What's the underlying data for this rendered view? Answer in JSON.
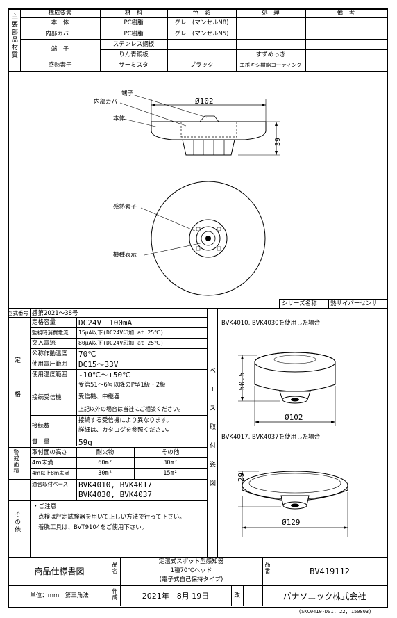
{
  "materials": {
    "side_label": "主要部品材質",
    "headers": [
      "構成要素",
      "材　料",
      "色　彩",
      "処　理",
      "備　考"
    ],
    "rows": [
      [
        "本　体",
        "PC樹脂",
        "グレー(マンセルN8)",
        "",
        ""
      ],
      [
        "内部カバー",
        "PC樹脂",
        "グレー(マンセルN5)",
        "",
        ""
      ],
      [
        "",
        "ステンレス鋼板",
        "",
        "",
        ""
      ],
      [
        "",
        "りん青銅板",
        "",
        "すずめっき",
        ""
      ],
      [
        "感熱素子",
        "サーミスタ",
        "ブラック",
        "エポキシ樹脂コーティング",
        ""
      ]
    ],
    "terminal_label": "端　子"
  },
  "drawing": {
    "terminal": "端子",
    "inner_cover": "内部カバー",
    "body": "本体",
    "diameter": "Ø102",
    "height": "39",
    "element": "感熱素子",
    "indicator": "機種表示"
  },
  "series": {
    "label": "シリーズ名称",
    "value": "熱サイバーセンサ"
  },
  "specs": {
    "approval_label": "型式番号",
    "approval_value": "感第2021～38号",
    "rating_label": "定格",
    "rows": [
      [
        "定格容量",
        "DC24V　100mA"
      ],
      [
        "監視時消費電流",
        "15μA以下(DC24V印加 at 25℃)"
      ],
      [
        "突入電流",
        "80μA以下(DC24V印加 at 25℃)"
      ],
      [
        "公称作動温度",
        "70℃"
      ],
      [
        "使用電圧範囲",
        "DC15～33V"
      ],
      [
        "使用温度範囲",
        "-10℃～+50℃"
      ]
    ],
    "receiver_label": "接続受信機",
    "receiver_lines": [
      "受第51～6号以降のP型1級・2級",
      "受信機、中継器",
      "上記以外の場合は当社にご相談ください。"
    ],
    "count_label": "接続数",
    "count_lines": [
      "接続する受信機により異なります。",
      "詳細は、カタログを参照ください。"
    ],
    "weight_label": "質　量",
    "weight_value": "59g",
    "alarm_label": "警戒面積",
    "alarm_headers": [
      "取付面の高さ",
      "耐火物",
      "その他"
    ],
    "alarm_rows": [
      [
        "4m未満",
        "60m²",
        "30m²"
      ],
      [
        "4m以上8m未満",
        "30m²",
        "15m²"
      ]
    ],
    "base_label": "適合取付ベース",
    "base_lines": [
      "BVK4010, BVK4017",
      "BVK4030, BVK4037"
    ],
    "other_label": "その他",
    "notes": [
      "・ご注意",
      "点検は評定試験器を用いて正しい方法で行って下さい。",
      "着脱工具は、BVT9104をご使用下さい。"
    ]
  },
  "base_drawing": {
    "side_label": "ベース取付姿図",
    "case1": "BVK4010, BVK4030を使用した場合",
    "case1_h": "50.5",
    "case1_d": "Ø102",
    "case2": "BVK4017, BVK4037を使用した場合",
    "case2_h": "29",
    "case2_d": "Ø129"
  },
  "title_block": {
    "doc_type": "商品仕様書図",
    "name_label": "品名",
    "name_lines": [
      "定温式スポット型感知器",
      "1種70℃ヘッド",
      "(電子式自己保持タイプ)"
    ],
    "number_label": "品番",
    "number": "BV419112",
    "unit": "単位：mm　第三角法",
    "made_label": "作成",
    "date": "2021年　8月 19日",
    "rev_label": "改",
    "company": "パナソニック株式会社"
  },
  "footer_code": "(SKC0410-D01, 22, 150803)"
}
